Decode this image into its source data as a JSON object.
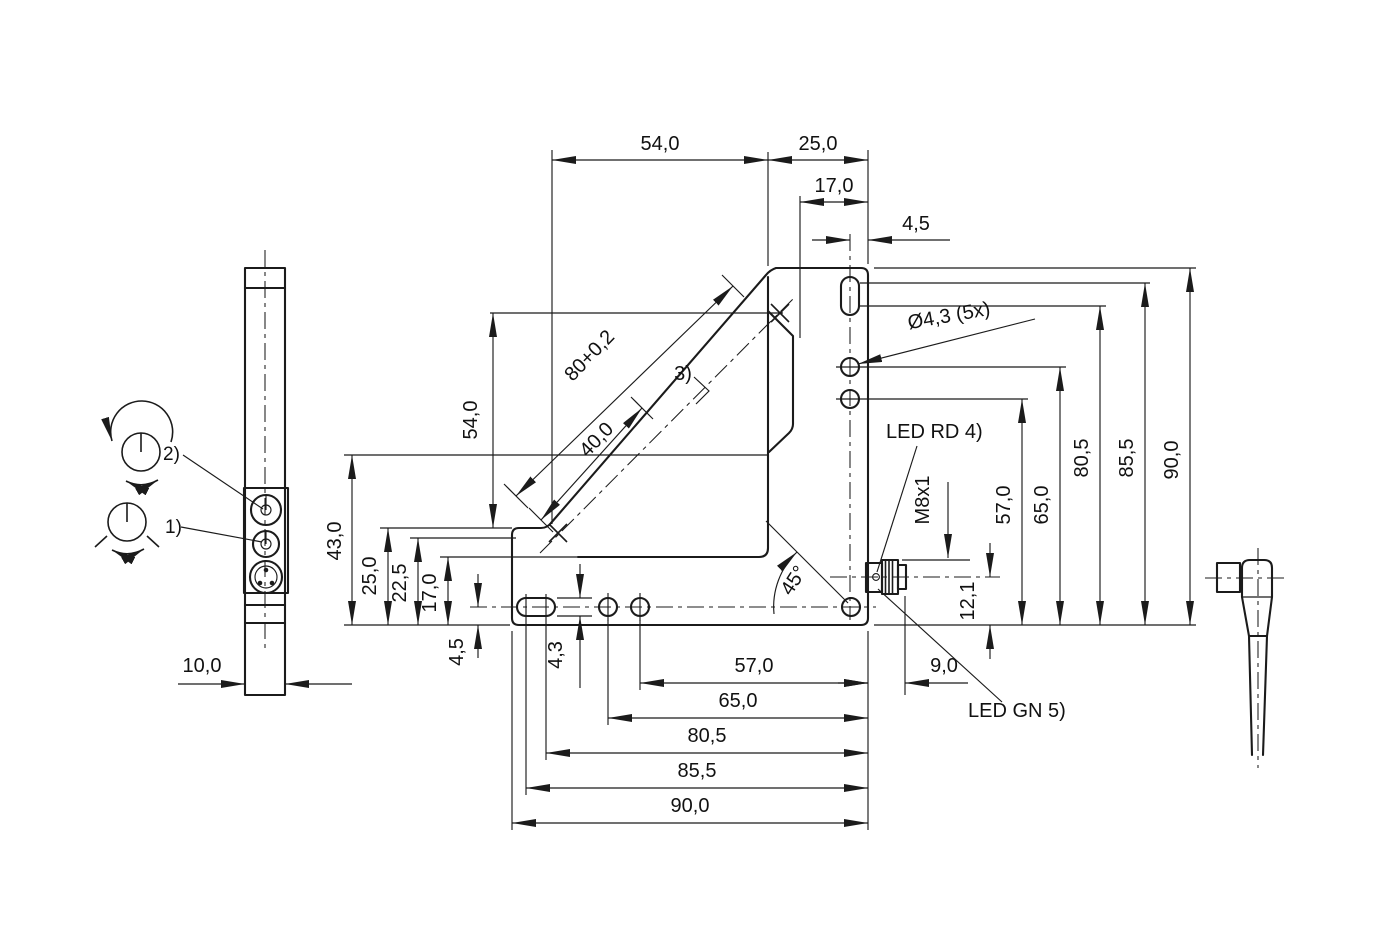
{
  "drawing": {
    "side": {
      "width": "10,0"
    },
    "knobs": {
      "k1": "1)",
      "k2": "2)"
    },
    "top": {
      "a": "54,0",
      "b": "25,0",
      "c": "17,0",
      "d": "4,5"
    },
    "left": {
      "beam": "54,0",
      "a": "43,0",
      "b": "25,0",
      "c": "22,5",
      "d": "17,0",
      "e": "4,5",
      "f": "4,3"
    },
    "diag": {
      "mirror": "80+0,2",
      "half": "40,0",
      "ref": "3)"
    },
    "right": {
      "a": "57,0",
      "b": "65,0",
      "c": "80,5",
      "d": "85,5",
      "e": "90,0",
      "conn_h": "12,1",
      "conn_len": "9,0",
      "thread": "M8x1",
      "angle": "45°"
    },
    "bottom": {
      "a": "57,0",
      "b": "65,0",
      "c": "80,5",
      "d": "85,5",
      "e": "90,0"
    },
    "labels": {
      "holes": "Ø4,3  (5x)",
      "led_rd": "LED RD 4)",
      "led_gn": "LED GN 5)"
    },
    "line_color": "#1b1b1b",
    "bg_color": "#ffffff"
  }
}
